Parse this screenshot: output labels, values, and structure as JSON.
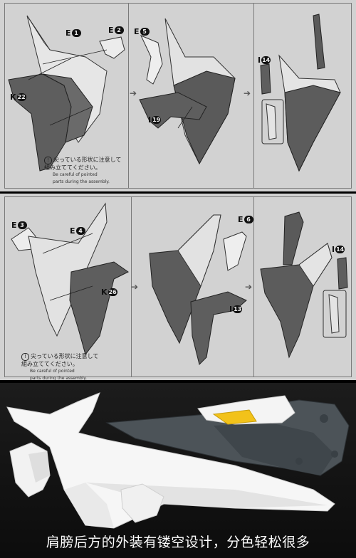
{
  "step1": {
    "labels": {
      "e1_letter": "E",
      "e1_num": "1",
      "e2_letter": "E",
      "e2_num": "2",
      "k_letter": "K",
      "k_num": "22",
      "e5_letter": "E",
      "e5_num": "5",
      "i19_letter": "I",
      "i19_num": "19",
      "i14_letter": "I",
      "i14_num": "14"
    },
    "caution_jp": "尖っている形状に注意して\n組み立ててください。",
    "caution_en": "Be careful of pointed\nparts during the assembly."
  },
  "step2": {
    "labels": {
      "e3_letter": "E",
      "e3_num": "3",
      "e4_letter": "E",
      "e4_num": "4",
      "k_letter": "K",
      "k_num": "26",
      "e6_letter": "E",
      "e6_num": "6",
      "i13_letter": "I",
      "i13_num": "13",
      "i14_letter": "I",
      "i14_num": "14"
    },
    "caution_jp": "尖っている形状に注意して\n組み立ててください。",
    "caution_en": "Be careful of pointed\nparts during the assembly."
  },
  "caption": "肩膀后方的外装有镂空设计，分色轻松很多",
  "colors": {
    "paper": "#d2d2d2",
    "part_light": "#e4e4e4",
    "part_dark": "#5e5e5e",
    "plastic_white": "#f4f4f4",
    "plastic_gray": "#4c5358",
    "plastic_yellow": "#f2c21a",
    "photo_bg": "#141414"
  }
}
